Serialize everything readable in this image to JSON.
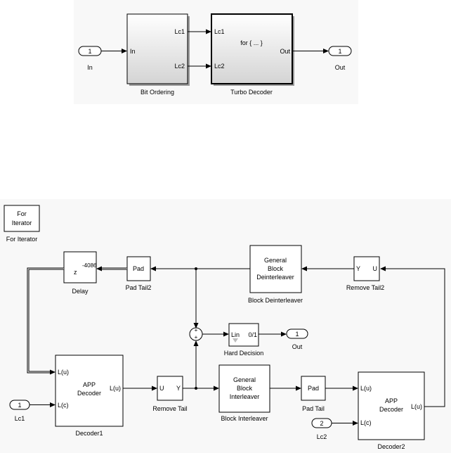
{
  "top_model": {
    "in_port": {
      "number": "1",
      "label": "In"
    },
    "out_port": {
      "number": "1",
      "label": "Out"
    },
    "bit_ordering": {
      "name": "Bit Ordering",
      "in_label": "In",
      "out1": "Lc1",
      "out2": "Lc2"
    },
    "turbo_decoder": {
      "name": "Turbo Decoder",
      "in1": "Lc1",
      "in2": "Lc2",
      "body": "for { ... }",
      "out": "Out"
    }
  },
  "sub_model": {
    "for_iterator": {
      "body_line1": "For",
      "body_line2": "Iterator",
      "name": "For Iterator"
    },
    "delay": {
      "exponent": "-4086",
      "z": "z",
      "name": "Delay"
    },
    "pad_tail2": {
      "body": "Pad",
      "name": "Pad Tail2"
    },
    "block_deinterleaver": {
      "line1": "General",
      "line2": "Block",
      "line3": "Deinterleaver",
      "name": "Block Deinterleaver"
    },
    "remove_tail2": {
      "in": "U",
      "out": "Y",
      "name": "Remove Tail2"
    },
    "sum": {
      "plus1": "+",
      "plus2": "+"
    },
    "hard_decision": {
      "left": "Lin",
      "right": "0/1",
      "name": "Hard Decision"
    },
    "out_port": {
      "number": "1",
      "label": "Out"
    },
    "decoder1": {
      "in1": "L(u)",
      "in2": "L(c)",
      "out": "L(u)",
      "line1": "APP",
      "line2": "Decoder",
      "name": "Decoder1"
    },
    "lc1_port": {
      "number": "1",
      "label": "Lc1"
    },
    "remove_tail": {
      "in": "U",
      "out": "Y",
      "name": "Remove Tail"
    },
    "block_interleaver": {
      "line1": "General",
      "line2": "Block",
      "line3": "Interleaver",
      "name": "Block Interleaver"
    },
    "pad_tail": {
      "body": "Pad",
      "name": "Pad Tail"
    },
    "decoder2": {
      "in1": "L(u)",
      "in2": "L(c)",
      "out": "L(u)",
      "line1": "APP",
      "line2": "Decoder",
      "name": "Decoder2"
    },
    "lc2_port": {
      "number": "2",
      "label": "Lc2"
    }
  }
}
